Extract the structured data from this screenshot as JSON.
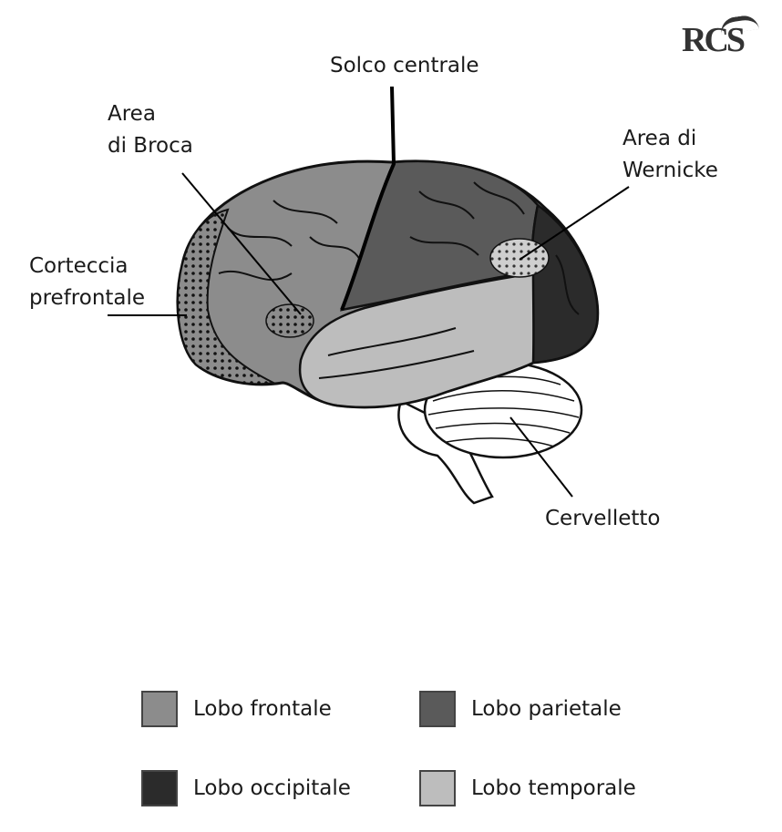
{
  "logo": {
    "text": "RCS"
  },
  "labels": {
    "central_sulcus": "Solco centrale",
    "broca_line1": "Area",
    "broca_line2": "di Broca",
    "wernicke_line1": "Area di",
    "wernicke_line2": "Wernicke",
    "prefrontal_line1": "Corteccia",
    "prefrontal_line2": "prefrontale",
    "cerebellum": "Cervelletto"
  },
  "legend": [
    {
      "label": "Lobo frontale",
      "color": "#8c8c8c"
    },
    {
      "label": "Lobo parietale",
      "color": "#5a5a5a"
    },
    {
      "label": "Lobo occipitale",
      "color": "#2b2b2b"
    },
    {
      "label": "Lobo temporale",
      "color": "#bdbdbd"
    }
  ]
}
